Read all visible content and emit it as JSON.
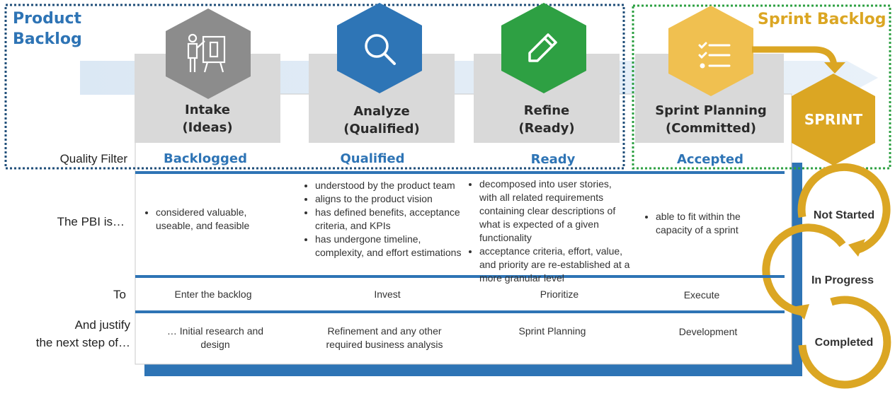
{
  "zones": {
    "product_backlog": "Product\nBacklog",
    "sprint_backlog": "Sprint Backlog"
  },
  "stages": [
    {
      "label": "Intake\n(Ideas)",
      "status": "Backlogged",
      "icon": "presentation-icon",
      "color": "#8c8c8c"
    },
    {
      "label": "Analyze\n(Qualified)",
      "status": "Qualified",
      "icon": "search-icon",
      "color": "#2e75b6"
    },
    {
      "label": "Refine\n(Ready)",
      "status": "Ready",
      "icon": "pencil-icon",
      "color": "#2ea043"
    },
    {
      "label": "Sprint Planning\n(Committed)",
      "status": "Accepted",
      "icon": "checklist-icon",
      "color": "#f0c050"
    }
  ],
  "sprint": {
    "title": "SPRINT",
    "color": "#dba623",
    "states": [
      "Not Started",
      "In Progress",
      "Completed"
    ]
  },
  "row_labels": {
    "quality_filter": "Quality Filter",
    "pbi_is": "The PBI is…",
    "to": "To",
    "justify": "And justify\nthe next step of…"
  },
  "pbi_is": [
    [
      "considered valuable, useable, and feasible"
    ],
    [
      "understood by the product team",
      "aligns to the product vision",
      "has defined benefits, acceptance criteria, and KPIs",
      "has undergone timeline, complexity, and effort estimations"
    ],
    [
      "decomposed into user stories, with all related requirements containing clear descriptions of what is expected of a given functionality",
      "acceptance criteria, effort, value, and priority are re-established at a more granular level"
    ],
    [
      "able to fit within the capacity of a sprint"
    ]
  ],
  "to": [
    "Enter the backlog",
    "Invest",
    "Prioritize",
    "Execute"
  ],
  "justify": [
    "… Initial research and design",
    "Refinement and any other required business analysis",
    "Sprint Planning",
    "Development"
  ]
}
